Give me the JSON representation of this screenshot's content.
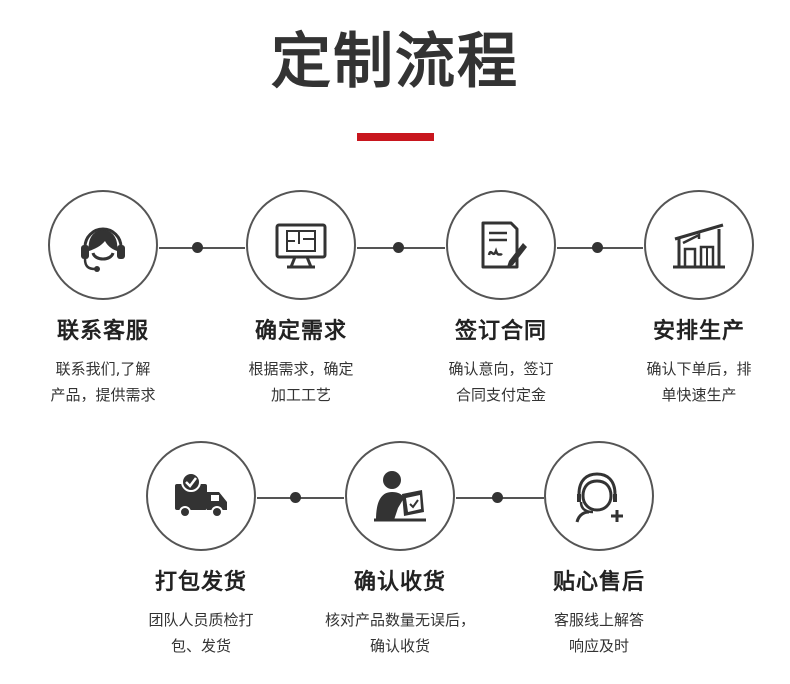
{
  "header": {
    "title": "定制流程"
  },
  "row1": [
    {
      "icon": "headset-icon",
      "title": "联系客服",
      "desc": [
        "联系我们,了解",
        "产品，提供需求"
      ]
    },
    {
      "icon": "floorplan-monitor-icon",
      "title": "确定需求",
      "desc": [
        "根据需求，确定",
        "加工工艺"
      ]
    },
    {
      "icon": "contract-sign-icon",
      "title": "签订合同",
      "desc": [
        "确认意向，签订",
        "合同支付定金"
      ]
    },
    {
      "icon": "factory-icon",
      "title": "安排生产",
      "desc": [
        "确认下单后，排",
        "单快速生产"
      ]
    }
  ],
  "row2": [
    {
      "icon": "delivery-truck-icon",
      "title": "打包发货",
      "desc": [
        "团队人员质检打",
        "包、发货"
      ]
    },
    {
      "icon": "receive-check-icon",
      "title": "确认收货",
      "desc": [
        "核对产品数量无误后，",
        "确认收货"
      ]
    },
    {
      "icon": "support-plus-icon",
      "title": "贴心售后",
      "desc": [
        "客服线上解答",
        "响应及时"
      ]
    }
  ],
  "colors": {
    "accent": "#c8161e",
    "icon": "#333333",
    "line": "#555555"
  }
}
